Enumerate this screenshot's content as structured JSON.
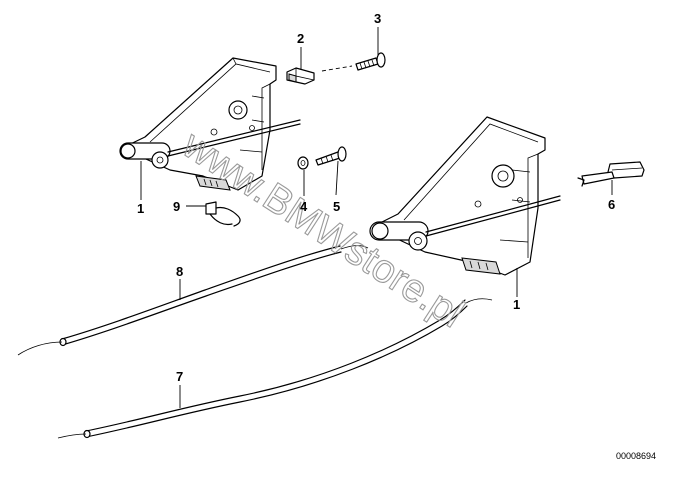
{
  "callouts": [
    {
      "id": "c1a",
      "label": "1"
    },
    {
      "id": "c1b",
      "label": "1"
    },
    {
      "id": "c2",
      "label": "2"
    },
    {
      "id": "c3",
      "label": "3"
    },
    {
      "id": "c4",
      "label": "4"
    },
    {
      "id": "c5",
      "label": "5"
    },
    {
      "id": "c6",
      "label": "6"
    },
    {
      "id": "c7",
      "label": "7"
    },
    {
      "id": "c8",
      "label": "8"
    },
    {
      "id": "c9",
      "label": "9"
    }
  ],
  "watermark": "www.BMWstore.pl",
  "document_id": "00008694"
}
